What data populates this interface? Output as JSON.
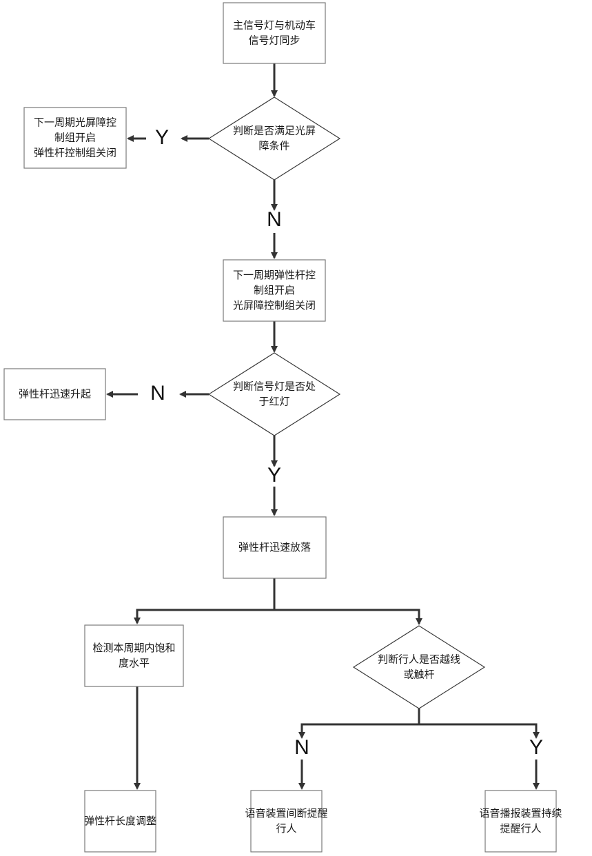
{
  "diagram": {
    "type": "flowchart",
    "nodes": {
      "sync": {
        "shape": "process",
        "lines": [
          "主信号灯与机动车",
          "信号灯同步"
        ]
      },
      "check_light_screen": {
        "shape": "decision",
        "lines": [
          "判断是否满足光屏",
          "障条件"
        ]
      },
      "light_screen_on": {
        "shape": "process",
        "lines": [
          "下一周期光屏障控",
          "制组开启",
          "弹性杆控制组关闭"
        ]
      },
      "elastic_rod_on": {
        "shape": "process",
        "lines": [
          "下一周期弹性杆控",
          "制组开启",
          "光屏障控制组关闭"
        ]
      },
      "check_red": {
        "shape": "decision",
        "lines": [
          "判断信号灯是否处",
          "于红灯"
        ]
      },
      "rod_rise": {
        "shape": "process",
        "lines": [
          "弹性杆迅速升起"
        ]
      },
      "rod_drop": {
        "shape": "process",
        "lines": [
          "弹性杆迅速放落"
        ]
      },
      "detect_saturation": {
        "shape": "process",
        "lines": [
          "检测本周期内饱和",
          "度水平"
        ]
      },
      "check_pedestrian": {
        "shape": "decision",
        "lines": [
          "判断行人是否越线",
          "或触杆"
        ]
      },
      "rod_length_adjust": {
        "shape": "process",
        "lines": [
          "弹性杆长度调整"
        ]
      },
      "voice_intermittent": {
        "shape": "process",
        "lines": [
          "语音装置间断提醒",
          "行人"
        ]
      },
      "voice_continuous": {
        "shape": "process",
        "lines": [
          "语音播报装置持续",
          "提醒行人"
        ]
      }
    },
    "edge_labels": {
      "light_screen_yes": "Y",
      "light_screen_no": "N",
      "red_no": "N",
      "red_yes": "Y",
      "pedestrian_no": "N",
      "pedestrian_yes": "Y"
    },
    "edges": [
      {
        "from": "sync",
        "to": "check_light_screen",
        "label": ""
      },
      {
        "from": "check_light_screen",
        "to": "light_screen_on",
        "label": "Y"
      },
      {
        "from": "check_light_screen",
        "to": "elastic_rod_on",
        "label": "N"
      },
      {
        "from": "elastic_rod_on",
        "to": "check_red",
        "label": ""
      },
      {
        "from": "check_red",
        "to": "rod_rise",
        "label": "N"
      },
      {
        "from": "check_red",
        "to": "rod_drop",
        "label": "Y"
      },
      {
        "from": "rod_drop",
        "to": "detect_saturation",
        "label": ""
      },
      {
        "from": "rod_drop",
        "to": "check_pedestrian",
        "label": ""
      },
      {
        "from": "detect_saturation",
        "to": "rod_length_adjust",
        "label": ""
      },
      {
        "from": "check_pedestrian",
        "to": "voice_intermittent",
        "label": "N"
      },
      {
        "from": "check_pedestrian",
        "to": "voice_continuous",
        "label": "Y"
      }
    ]
  }
}
